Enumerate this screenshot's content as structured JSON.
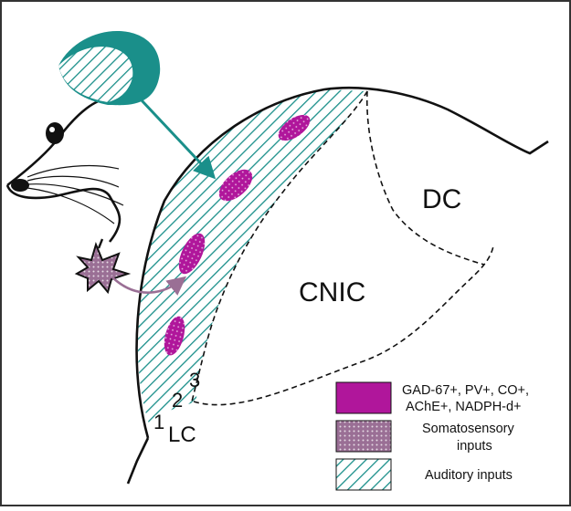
{
  "colors": {
    "teal": "#1a8f8a",
    "teal_dark": "#0f6f6a",
    "magenta": "#b0169b",
    "somato": "#9a6f95",
    "stroke": "#111111"
  },
  "regions": {
    "dc": "DC",
    "cnic": "CNIC",
    "lc": "LC",
    "layer1": "1",
    "layer2": "2",
    "layer3": "3"
  },
  "legend": {
    "items": [
      {
        "line1": "GAD-67+, PV+, CO+,",
        "line2": "AChE+, NADPH-d+",
        "swatch": "solid-magenta"
      },
      {
        "line1": "Somatosensory",
        "line2": "inputs",
        "swatch": "dotted-mauve"
      },
      {
        "line1": "Auditory inputs",
        "line2": "",
        "swatch": "hatched-teal"
      }
    ]
  }
}
